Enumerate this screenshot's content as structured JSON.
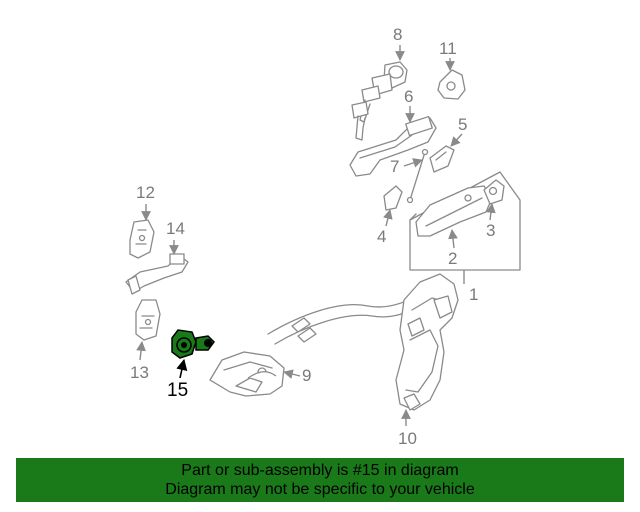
{
  "diagram": {
    "callouts": [
      {
        "id": "1",
        "label": "1"
      },
      {
        "id": "2",
        "label": "2"
      },
      {
        "id": "3",
        "label": "3"
      },
      {
        "id": "4",
        "label": "4"
      },
      {
        "id": "5",
        "label": "5"
      },
      {
        "id": "6",
        "label": "6"
      },
      {
        "id": "7",
        "label": "7"
      },
      {
        "id": "8",
        "label": "8"
      },
      {
        "id": "9",
        "label": "9"
      },
      {
        "id": "10",
        "label": "10"
      },
      {
        "id": "11",
        "label": "11"
      },
      {
        "id": "12",
        "label": "12"
      },
      {
        "id": "13",
        "label": "13"
      },
      {
        "id": "14",
        "label": "14"
      },
      {
        "id": "15",
        "label": "15"
      }
    ],
    "highlighted_part": "15",
    "highlight_color": "#1a7a1a",
    "line_color": "#8a8a8a"
  },
  "footer": {
    "line1": "Part or sub-assembly is #15 in diagram",
    "line2": "Diagram may not be specific to your vehicle",
    "background": "#1a7a1a"
  }
}
